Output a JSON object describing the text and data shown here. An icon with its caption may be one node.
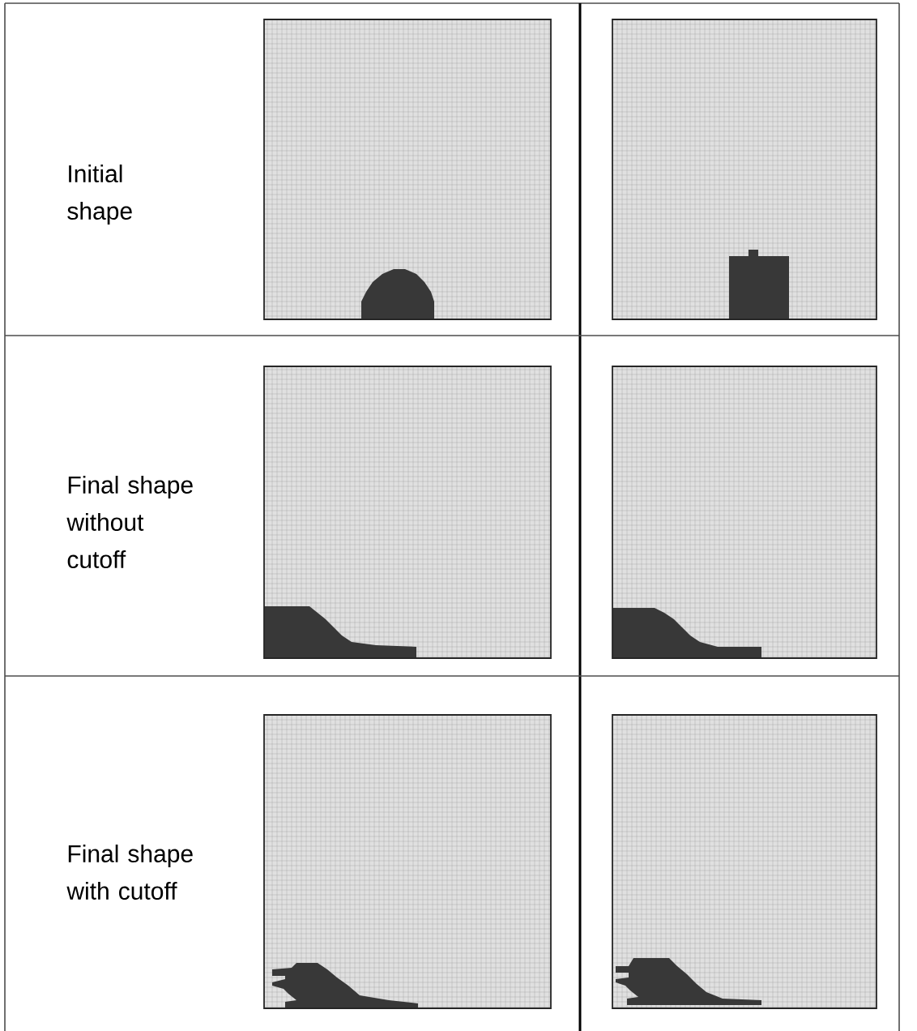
{
  "diagram": {
    "labels": [
      "Initial shape",
      "Final shape without cutoff",
      "Final shape with cutoff"
    ]
  }
}
